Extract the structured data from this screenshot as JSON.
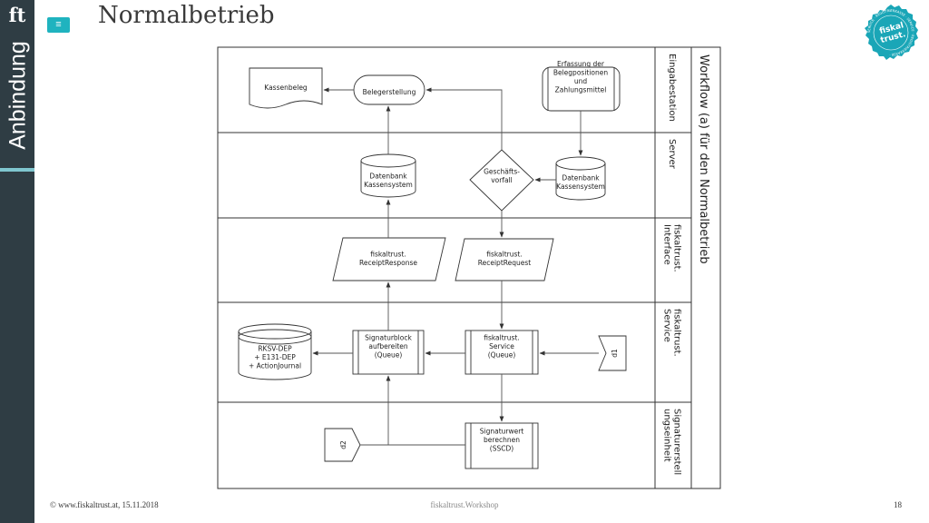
{
  "sidebar": {
    "logo": "ft",
    "section": "Anbindung"
  },
  "menu_button": {
    "icon": "hamburger-icon",
    "glyph": "≡"
  },
  "header": {
    "title": "Normalbetrieb"
  },
  "badge": {
    "ring_text": "SERVICE · REGISTRIERKASSE · ",
    "line1": "fiskal",
    "line2": "trust.",
    "color": "#1aa6b7"
  },
  "diagram": {
    "heading": "Workflow (a) für den Normalbetrieb",
    "lanes": [
      {
        "name": "lane-eingabestation",
        "label": [
          "Eingabestation"
        ]
      },
      {
        "name": "lane-server",
        "label": [
          "Server"
        ]
      },
      {
        "name": "lane-interface",
        "label": [
          "fiskaltrust.",
          "Interface"
        ]
      },
      {
        "name": "lane-service",
        "label": [
          "fiskaltrust.",
          "Service"
        ]
      },
      {
        "name": "lane-signaturerstellungseinheit",
        "label": [
          "Signaturerstell",
          "ungseinheit"
        ]
      }
    ],
    "nodes": {
      "kassenbeleg": [
        "Kassenbeleg"
      ],
      "belegerstellung": [
        "Belegerstellung"
      ],
      "erfassung": [
        "Erfassung der",
        "Belegpositionen",
        "und",
        "Zahlungsmittel"
      ],
      "db_kasse_left": [
        "Datenbank",
        "Kassensystem"
      ],
      "geschaeftsvorfall": [
        "Geschäfts-",
        "vorfall"
      ],
      "db_kasse_right": [
        "Datenbank",
        "Kassensystem"
      ],
      "receipt_response": [
        "fiskaltrust.",
        "ReceiptResponse"
      ],
      "receipt_request": [
        "fiskaltrust.",
        "ReceiptRequest"
      ],
      "rksv": [
        "RKSV-DEP",
        "+ E131-DEP",
        "+ ActionJournal"
      ],
      "signaturblock": [
        "Signaturblock",
        "aufbereiten",
        "(Queue)"
      ],
      "service_queue": [
        "fiskaltrust.",
        "Service",
        "(Queue)"
      ],
      "d1": [
        "d1"
      ],
      "signaturwert": [
        "Signaturwert",
        "berechnen",
        "(SSCD)"
      ],
      "d2": [
        "d2"
      ]
    }
  },
  "footer": {
    "left": "© www.fiskaltrust.at, 15.11.2018",
    "center": "fiskaltrust.Workshop",
    "page": "18"
  }
}
